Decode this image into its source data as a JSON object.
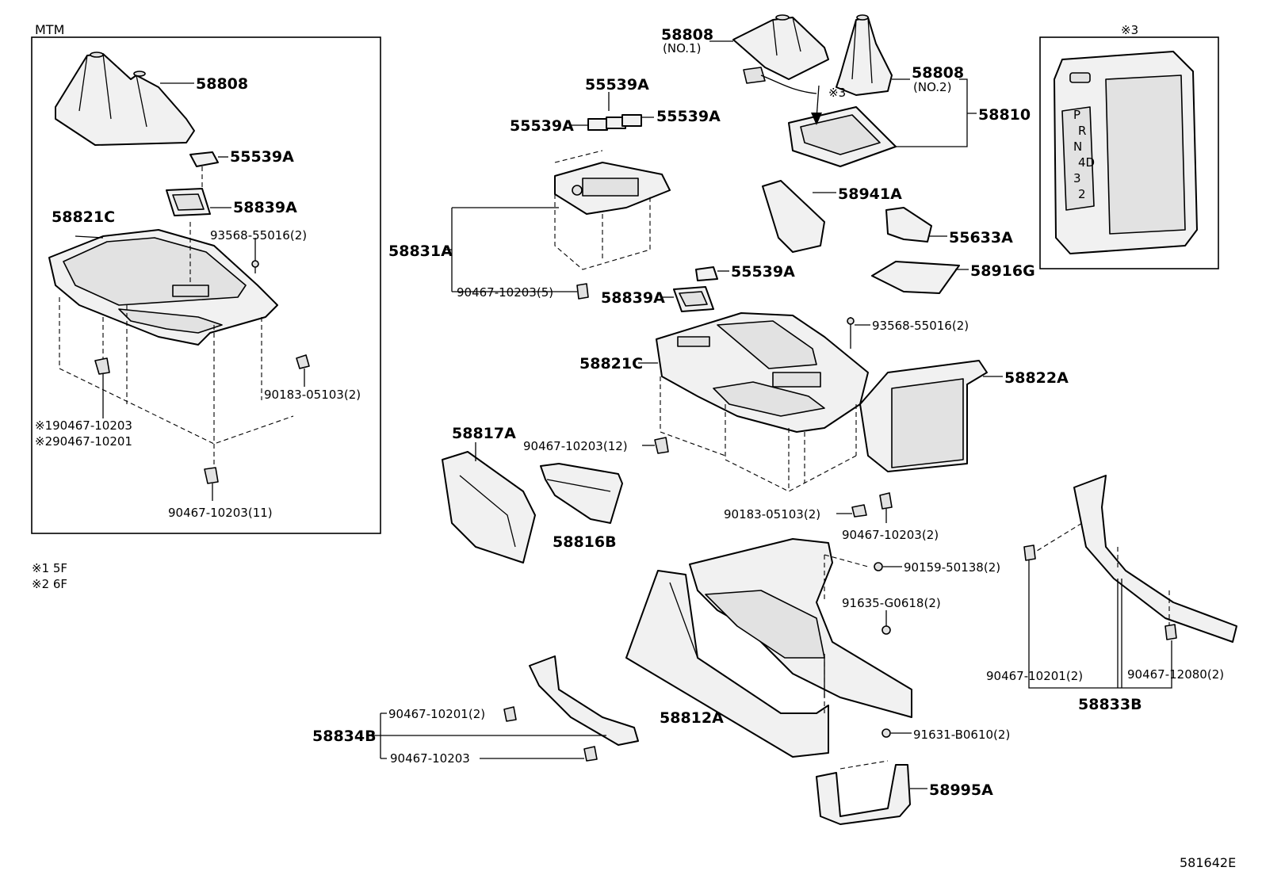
{
  "mtm_panel": {
    "title": "MTM",
    "labels": {
      "boot": "58808",
      "button": "55539A",
      "bezel": "58839A",
      "screw": "93568-55016(2)",
      "panel": "58821C",
      "clip_a": "※190467-10203",
      "clip_b": "※290467-10201",
      "nut": "90183-05103(2)",
      "clip_bottom": "90467-10203(11)"
    }
  },
  "notes": {
    "n1": "※1 5F",
    "n2": "※2 6F"
  },
  "center": {
    "boot1": "58808",
    "boot1_sub": "(NO.1)",
    "boot2": "58808",
    "boot2_sub": "(NO.2)",
    "ref3": "※3",
    "indicator": "58810",
    "btn_top": "55539A",
    "btn_left": "55539A",
    "btn_right": "55539A",
    "switch_base": "58831A",
    "clip5": "90467-10203(5)",
    "armrest": "58941A",
    "holder": "55633A",
    "mat": "58916G",
    "btn_mid": "55539A",
    "bezel": "58839A",
    "screw": "93568-55016(2)",
    "panel": "58821C",
    "box": "58822A",
    "side_cover": "58817A",
    "clip12": "90467-10203(12)",
    "nut": "90183-05103(2)",
    "clip2": "90467-10203(2)",
    "trim": "58816B",
    "bolt1": "90159-50138(2)",
    "bolt2": "91635-G0618(2)",
    "console": "58812A",
    "clip_l1": "90467-10201(2)",
    "clip_l2": "90467-10203",
    "side_left": "58834B",
    "bolt3": "91631-B0610(2)",
    "bracket": "58995A",
    "clip_r1": "90467-10201(2)",
    "clip_r2": "90467-12080(2)",
    "side_right": "58833B"
  },
  "inset": {
    "title": "※3",
    "gates": [
      "P",
      "R",
      "N",
      "4D",
      "3",
      "2"
    ]
  },
  "diagram_id": "581642E"
}
